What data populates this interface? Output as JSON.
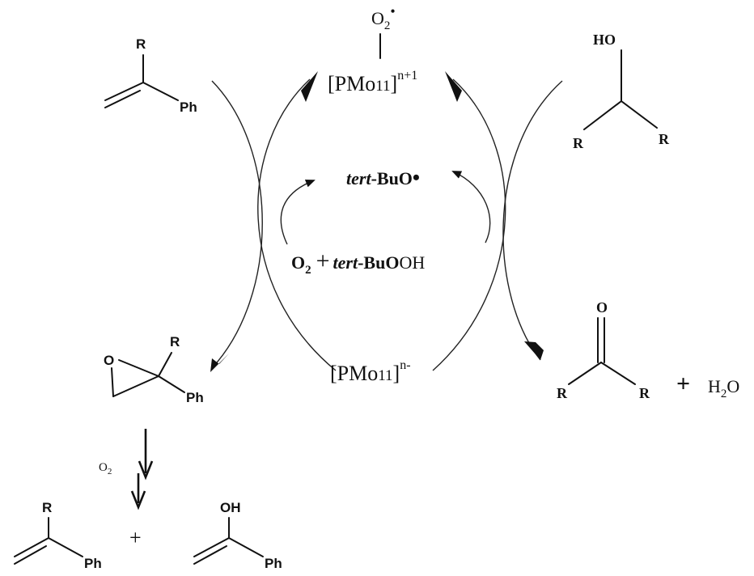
{
  "catalyst": {
    "oxidized": {
      "base": "[PMo",
      "sub": "11",
      "sup": "n+1"
    },
    "reduced": {
      "base": "[PMo",
      "sub": "11",
      "sup": "n-"
    },
    "superoxo": {
      "main": "O",
      "sub": "2",
      "sup": "•"
    }
  },
  "radical": {
    "italic": "tert",
    "rest": "-BuO",
    "dot": "•"
  },
  "reagents": {
    "o2": {
      "main": "O",
      "sub": "2"
    },
    "plus": "+",
    "tbhp": {
      "italic": "tert",
      "rest": "-BuO",
      "tail": "OH"
    }
  },
  "alkene": {
    "r": "R",
    "ph": "Ph"
  },
  "epoxide": {
    "o": "O",
    "r": "R",
    "ph": "Ph"
  },
  "alcohol": {
    "oh": "HO",
    "r1": "R",
    "r2": "R"
  },
  "ketone": {
    "o": "O",
    "r1": "R",
    "r2": "R",
    "plus": "+",
    "water": {
      "h": "H",
      "sub": "2",
      "o": "O"
    }
  },
  "cleavage": {
    "reagent": {
      "main": "O",
      "sub": "2"
    },
    "ketone": {
      "r": "R",
      "ph": "Ph"
    },
    "plus": "+",
    "acid": {
      "oh": "OH",
      "ph": "Ph"
    }
  }
}
